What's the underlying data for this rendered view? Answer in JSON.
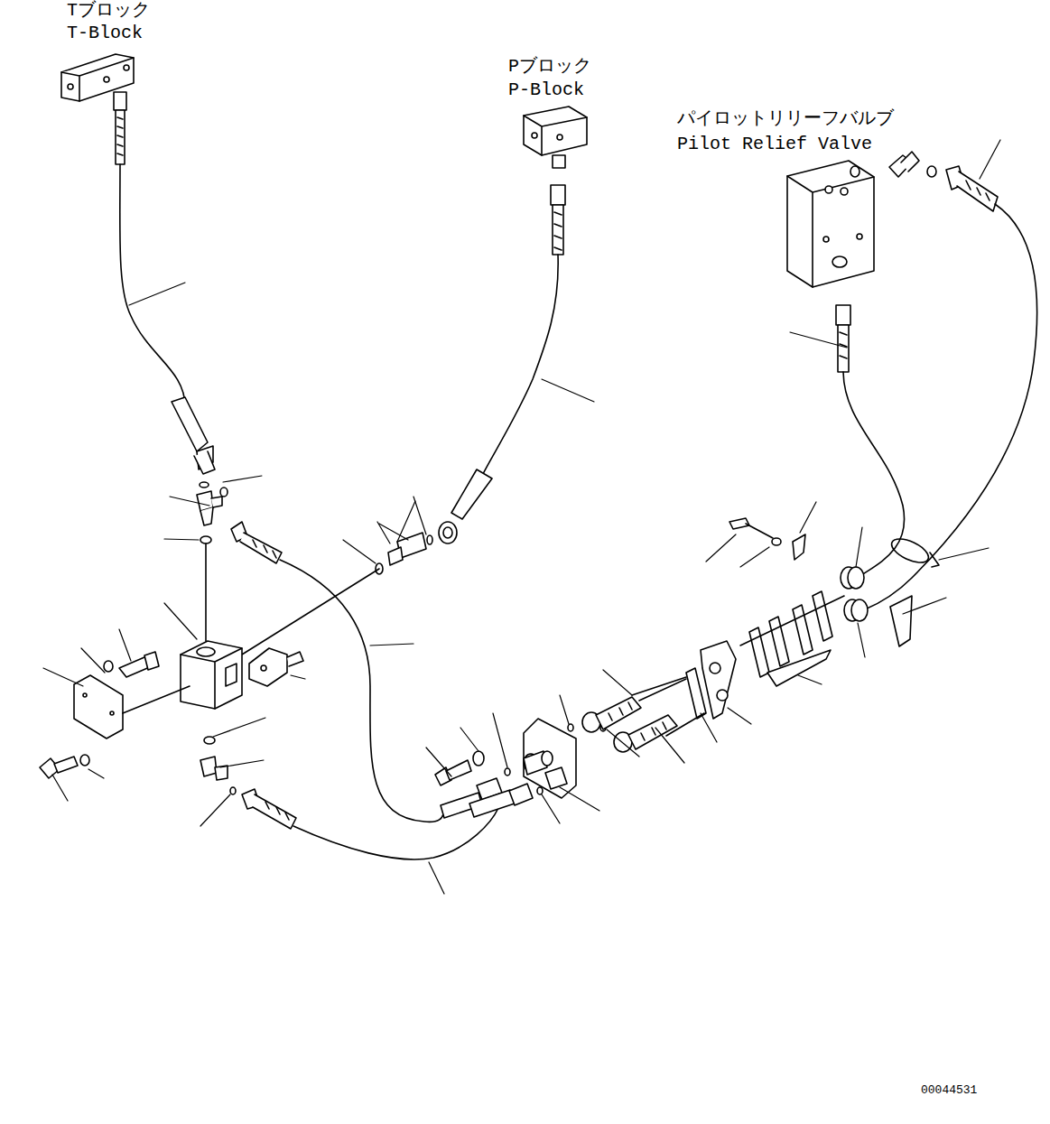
{
  "diagram": {
    "labels": [
      "Tブロック",
      "T-Block",
      "Pブロック",
      "P-Block",
      "パイロットリリーフバルブ",
      "Pilot Relief Valve",
      "00044531"
    ]
  }
}
